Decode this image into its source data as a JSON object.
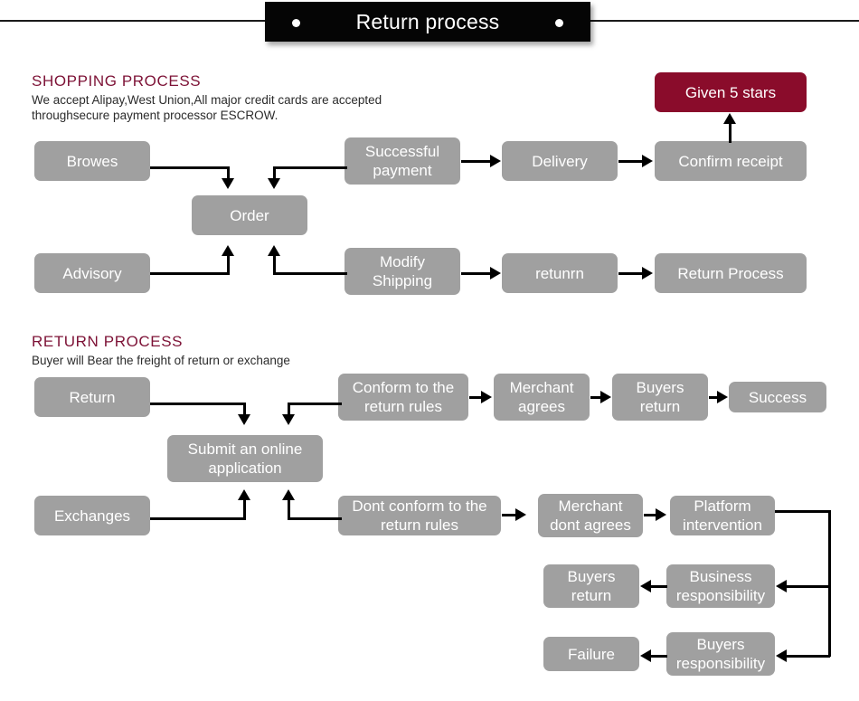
{
  "header": {
    "title": "Return process",
    "left_dot": "bullet-dot",
    "right_dot": "bullet-dot"
  },
  "sections": [
    {
      "id": "shopping",
      "title": "SHOPPING PROCESS",
      "subtitle": "We accept Alipay,West Union,All major credit cards are accepted\nthroughsecure payment processor ESCROW."
    },
    {
      "id": "return",
      "title": "RETURN PROCESS",
      "subtitle": "Buyer will Bear the freight of return or exchange"
    }
  ],
  "shopping_nodes": {
    "browes": "Browes",
    "order": "Order",
    "successful_payment": "Successful\npayment",
    "delivery": "Delivery",
    "confirm_receipt": "Confirm receipt",
    "given_5_stars": "Given 5 stars",
    "advisory": "Advisory",
    "modify_shipping": "Modify\nShipping",
    "retunrn": "retunrn",
    "return_process": "Return Process"
  },
  "return_nodes": {
    "return": "Return",
    "submit_application": "Submit an online\napplication",
    "conform_rules": "Conform to the\nreturn rules",
    "merchant_agrees": "Merchant\nagrees",
    "buyers_return_top": "Buyers\nreturn",
    "success": "Success",
    "exchanges": "Exchanges",
    "dont_conform_rules": "Dont conform to the\nreturn rules",
    "merchant_dont_agrees": "Merchant\ndont agrees",
    "platform_intervention": "Platform\nintervention",
    "business_responsibility": "Business\nresponsibility",
    "buyers_return_mid": "Buyers\nreturn",
    "buyers_responsibility": "Buyers\nresponsibility",
    "failure": "Failure"
  },
  "colors": {
    "node_gray": "#a0a0a0",
    "accent_maroon": "#8a0c2b",
    "heading_maroon": "#7d1236",
    "banner_black": "#050505",
    "node_text": "#ffffff",
    "connector": "#000000"
  }
}
